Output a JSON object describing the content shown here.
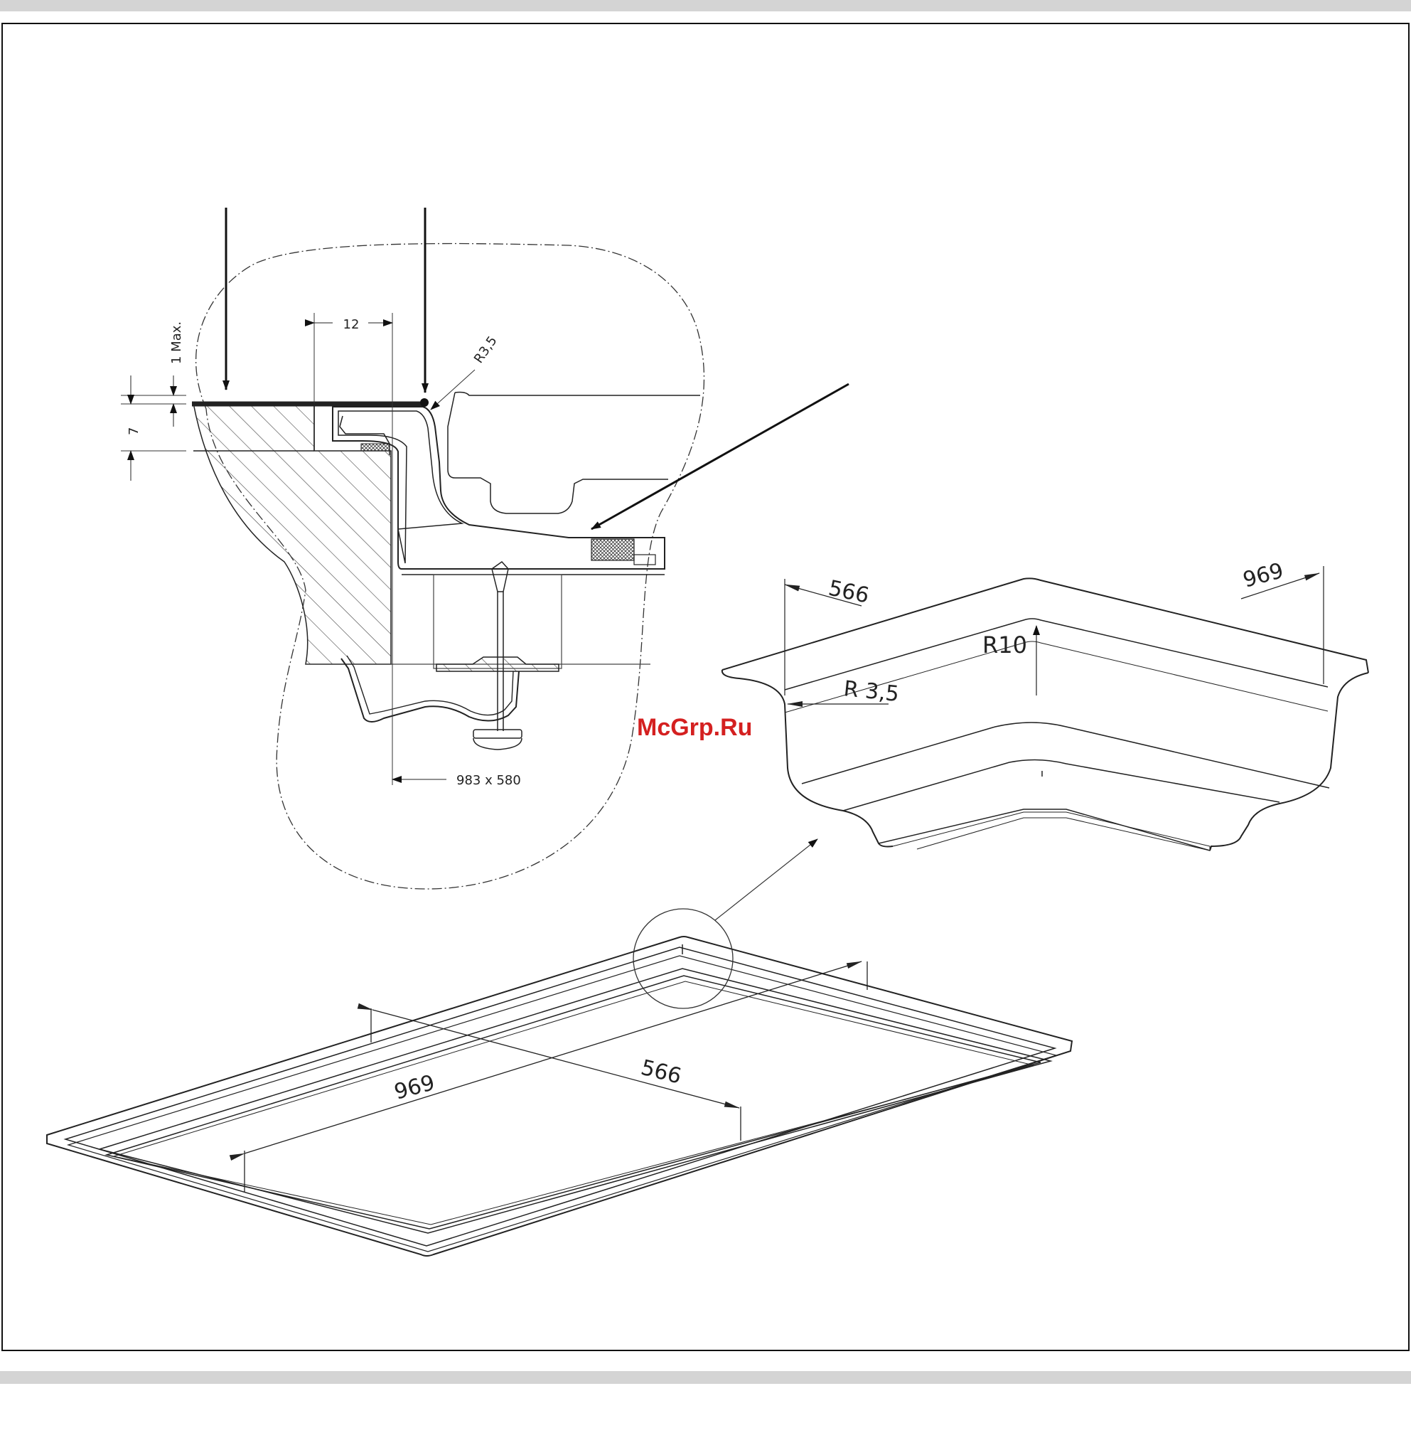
{
  "watermark": "McGrp.Ru",
  "section_detail": {
    "dim_max": "1 Max.",
    "dim_12": "12",
    "dim_7": "7",
    "radius": "R3,5",
    "cutout": "983 x 580"
  },
  "corner_detail": {
    "dim_566": "566",
    "dim_969": "969",
    "radius_10": "R10",
    "radius_35": "R 3,5"
  },
  "overview": {
    "dim_969": "969",
    "dim_566": "566"
  }
}
